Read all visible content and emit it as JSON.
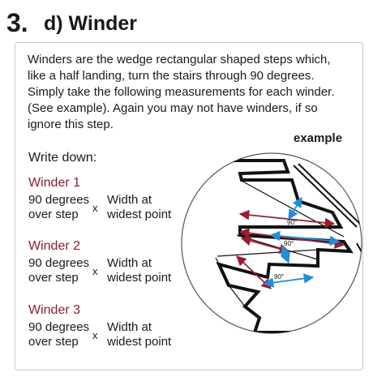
{
  "header": {
    "step_number": "3.",
    "title": "d) Winder"
  },
  "intro_text": "Winders are the wedge rectangular shaped steps which, like a half landing, turn the stairs through 90 degrees. Simply take the following measurements for each winder. (See example). Again you may not have winders, if so ignore this step.",
  "write_down_label": "Write down:",
  "example_label": "example",
  "winders": [
    {
      "title": "Winder 1",
      "measure_a": "90 degrees over step",
      "times": "x",
      "measure_b": "Width at widest point"
    },
    {
      "title": "Winder 2",
      "measure_a": "90 degrees over step",
      "times": "x",
      "measure_b": "Width at widest point"
    },
    {
      "title": "Winder 3",
      "measure_a": "90 degrees over step",
      "times": "x",
      "measure_b": "Width at widest point"
    }
  ],
  "diagram": {
    "angle_labels": [
      "90°",
      "90°",
      "90°"
    ],
    "colors": {
      "width_arrow": "#9b1c2e",
      "angle_arrow": "#1e90d8",
      "stair_line": "#111111",
      "circle": "#555555"
    }
  }
}
